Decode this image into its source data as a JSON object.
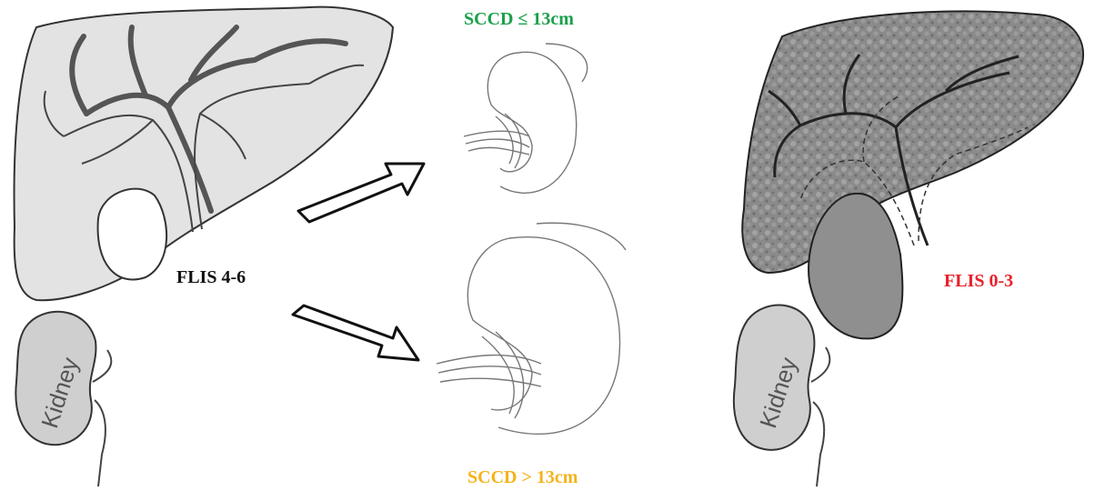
{
  "labels": {
    "flis_normal": "FLIS 4-6",
    "flis_low": "FLIS 0-3",
    "sccd_small": "SCCD ≤ 13cm",
    "sccd_large": "SCCD > 13cm",
    "kidney_left": "Kidney",
    "kidney_right": "Kidney"
  },
  "colors": {
    "sccd_small": "#1aa04a",
    "sccd_large": "#f5b21a",
    "flis_low": "#e8202a",
    "flis_normal": "#111111",
    "liver_light": "#e3e3e3",
    "liver_dark": "#8c8c8c",
    "vessel": "#555555"
  },
  "icons": [
    "arrow-up-right-icon",
    "arrow-down-right-icon"
  ]
}
